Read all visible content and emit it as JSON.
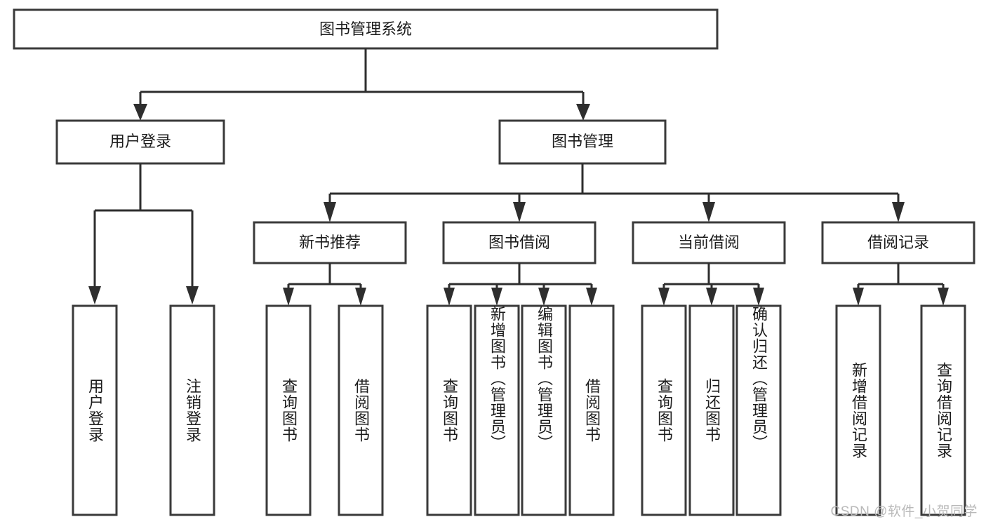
{
  "diagram": {
    "type": "tree-hierarchy",
    "title": "图书管理系统",
    "watermark": "CSDN @软件_小贺同学",
    "colors": {
      "box_stroke": "#3a3a3a",
      "connector": "#2e2e2e",
      "text": "#1c1c1c",
      "background": "#ffffff",
      "watermark": "#b9b9b9"
    },
    "root": {
      "label": "图书管理系统"
    },
    "level1": [
      {
        "label": "用户登录"
      },
      {
        "label": "图书管理"
      }
    ],
    "level2": [
      {
        "label": "新书推荐"
      },
      {
        "label": "图书借阅"
      },
      {
        "label": "当前借阅"
      },
      {
        "label": "借阅记录"
      }
    ],
    "leaves": {
      "user_login": [
        {
          "label": "用户登录"
        },
        {
          "label": "注销登录"
        }
      ],
      "new_book_recommend": [
        {
          "label": "查询图书"
        },
        {
          "label": "借阅图书"
        }
      ],
      "book_borrow": [
        {
          "label": "查询图书"
        },
        {
          "label": "新增图书（管理员）"
        },
        {
          "label": "编辑图书（管理员）"
        },
        {
          "label": "借阅图书"
        }
      ],
      "current_borrow": [
        {
          "label": "查询图书"
        },
        {
          "label": "归还图书"
        },
        {
          "label": "确认归还（管理员）"
        }
      ],
      "borrow_record": [
        {
          "label": "新增借阅记录"
        },
        {
          "label": "查询借阅记录"
        }
      ]
    }
  }
}
